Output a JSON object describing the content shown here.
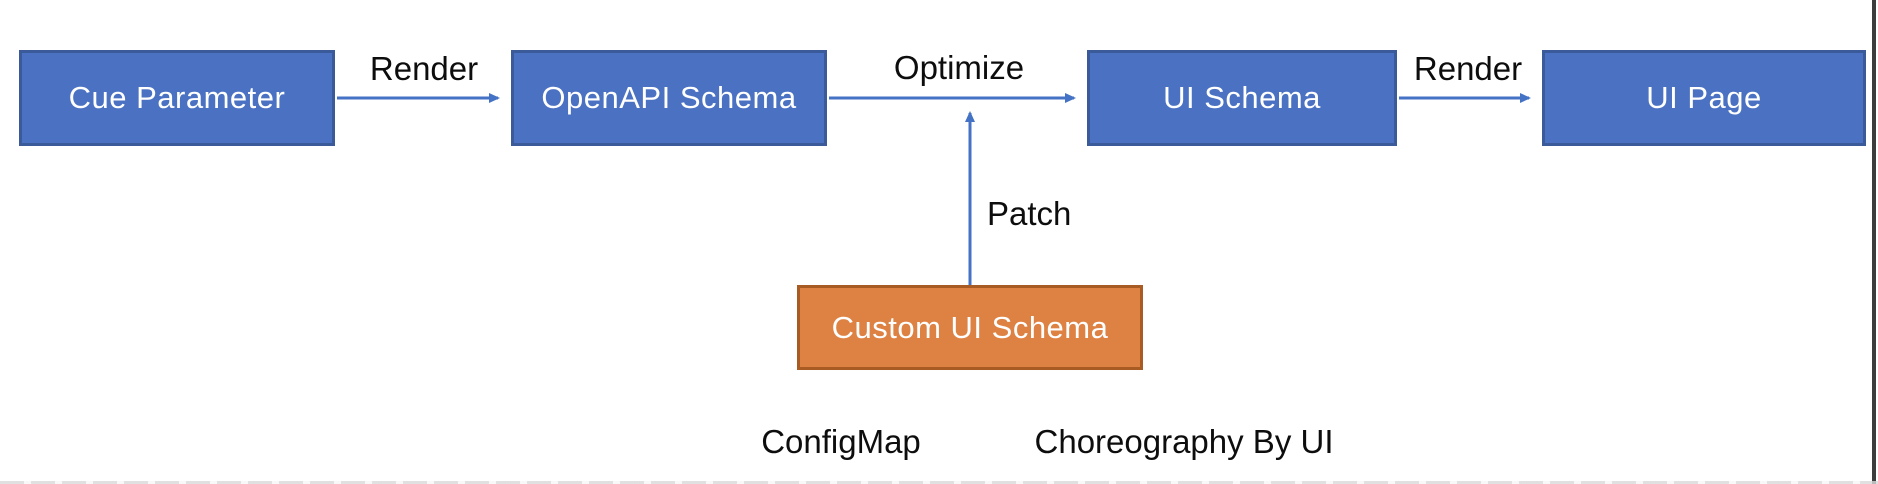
{
  "diagram": {
    "nodes": [
      {
        "id": "cue-parameter",
        "label": "Cue Parameter",
        "type": "blue"
      },
      {
        "id": "openapi-schema",
        "label": "OpenAPI Schema",
        "type": "blue"
      },
      {
        "id": "ui-schema",
        "label": "UI Schema",
        "type": "blue"
      },
      {
        "id": "ui-page",
        "label": "UI Page",
        "type": "blue"
      },
      {
        "id": "custom-ui-schema",
        "label": "Custom UI Schema",
        "type": "orange"
      }
    ],
    "edges": [
      {
        "label": "Render",
        "from": "cue-parameter",
        "to": "openapi-schema",
        "direction": "right"
      },
      {
        "label": "Optimize",
        "from": "openapi-schema",
        "to": "ui-schema",
        "direction": "right"
      },
      {
        "label": "Render",
        "from": "ui-schema",
        "to": "ui-page",
        "direction": "right"
      },
      {
        "label": "Patch",
        "from": "custom-ui-schema",
        "to": "optimize-edge",
        "direction": "up"
      }
    ],
    "footnotes": [
      "ConfigMap",
      "Choreography By UI"
    ],
    "colors": {
      "node_blue_fill": "#4b72c2",
      "node_blue_border": "#3a5a99",
      "node_orange_fill": "#de8244",
      "node_orange_border": "#a85c24",
      "arrow": "#4472c4",
      "label_text": "#0d0d0d",
      "node_text": "#ffffff",
      "window_edge": "#3d3d3d",
      "background": "#ffffff"
    }
  }
}
